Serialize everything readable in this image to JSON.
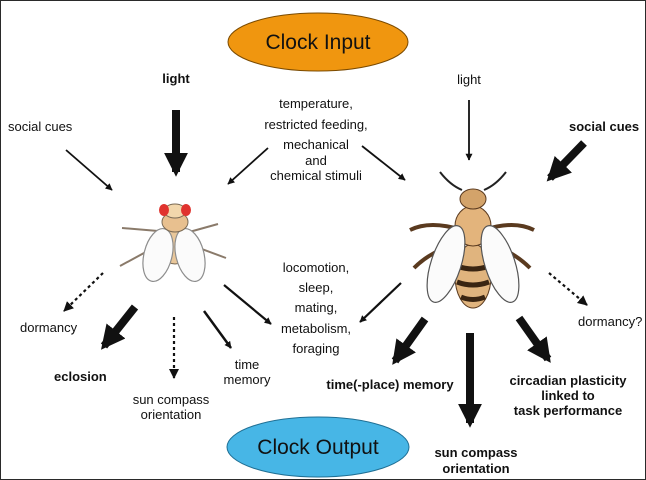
{
  "input_oval": {
    "label": "Clock Input",
    "color": "#f0960f"
  },
  "output_oval": {
    "label": "Clock Output",
    "color": "#47b6e6"
  },
  "fly": {
    "inputs": {
      "light": "light",
      "social_cues": "social cues"
    },
    "outputs": {
      "dormancy": "dormancy",
      "eclosion": "eclosion",
      "sun_compass": [
        "sun compass",
        "orientation"
      ],
      "time_memory": [
        "time",
        "memory"
      ]
    }
  },
  "bee": {
    "inputs": {
      "light": "light",
      "social_cues": "social cues"
    },
    "outputs": {
      "dormancy": "dormancy?",
      "time_place_memory": "time(-place) memory",
      "sun_compass": [
        "sun compass",
        "orientation"
      ],
      "circadian_plasticity": [
        "circadian plasticity",
        "linked to",
        "task performance"
      ]
    }
  },
  "shared_inputs": [
    "temperature,",
    "restricted feeding,",
    "mechanical",
    "and",
    "chemical stimuli"
  ],
  "shared_outputs": [
    "locomotion,",
    "sleep,",
    "mating,",
    "metabolism,",
    "foraging"
  ],
  "icons": {
    "fly": "fruit-fly-icon",
    "bee": "honeybee-icon"
  }
}
